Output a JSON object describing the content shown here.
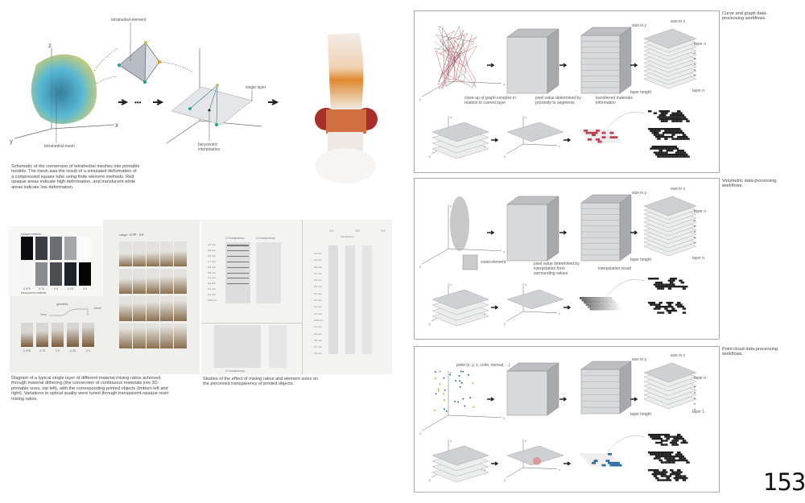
{
  "page_number": "153",
  "tetra_figure": {
    "labels": {
      "element": "tetrahedral-element",
      "mesh": "tetrahedral-mesh",
      "layer": "single layer",
      "interp": "barycentric",
      "interp2": "interpolation",
      "x": "x",
      "y": "y",
      "z": "z",
      "dots": "•••"
    },
    "caption": "Schematic of the conversion of tetrahedral meshes into printable models. The mesh was the result of a simulated deformation of a compressed square tube using finite element methods. Red opaque areas indicate high deformation, and translucent white areas indicate low deformation."
  },
  "material_figure": {
    "opaque_label": "opaque material",
    "transparent_label": "transparent material",
    "ratios": [
      "0.975",
      "0.75",
      "0.5",
      "0.25",
      "0.0"
    ],
    "geometry_label": "geometry",
    "base_label": "1mm",
    "height_label": "10mm",
    "range_label": "range: 0.99 - 0.8",
    "caption": "Diagram of a typical single layer of different material mixing ratios achieved through material dithering (the conversion of continuous materials into 3D-printable ones, top left), with the corresponding printed objects (bottom left and right). Variations in optical quality were tuned through transparent-opaque resin mixing ratios."
  },
  "transparency_figure": {
    "col_labels": [
      "0.0 transparency",
      "0.9 transparency"
    ],
    "right_cols": [
      "0.0",
      "0.5",
      "0.9"
    ],
    "right_sub": "transparency",
    "sizes": [
      "1.0 mm",
      "0.9 mm",
      "0.8 mm",
      "0.7 mm",
      "0.6 mm",
      "0.5 mm",
      "0.4 mm",
      "0.3 mm",
      "0.2 mm",
      "0.1 mm",
      "0.05 mm"
    ],
    "bottom_label": "0.0 transparency",
    "caption": "Studies of the effect of mixing ratios and element sizes on the perceived transparency of printed objects."
  },
  "workflows": [
    {
      "caption": "Curve and graph data-processing workflows.",
      "labels": [
        "close-up of graph complex in relation to current layer",
        "pixel value determined by proximity to segments",
        "transferred materials information"
      ],
      "size_x": "size in x",
      "size_y": "size in y",
      "layer_top": "layer n",
      "layer_bottom": "layer n",
      "layer_height": "layer height"
    },
    {
      "caption": "Volumetric data-processing workflows.",
      "labels": [
        "voxel-element",
        "pixel value determined by interpolation from surrounding values",
        "interpolation result"
      ],
      "size_x": "size in x",
      "size_y": "size in y",
      "layer_top": "layer n",
      "layer_bottom": "layer n",
      "layer_height": "layer height"
    },
    {
      "caption": "Point cloud data-processing workflows.",
      "labels": [
        "point (x, y, z, color, normal, ...)"
      ],
      "size_x": "size in x",
      "size_y": "size in y",
      "layer_top": "layer n",
      "layer_bottom": "layer 1",
      "layer_height": "layer height"
    }
  ],
  "colors": {
    "mesh_blue": "#2f8fb0",
    "mesh_yellow": "#c8c060",
    "resin_red": "#a8302a",
    "resin_orange": "#e08a30",
    "graph_red": "#c04050",
    "point_blue": "#2a6fa8",
    "point_yellow": "#b8b040"
  }
}
